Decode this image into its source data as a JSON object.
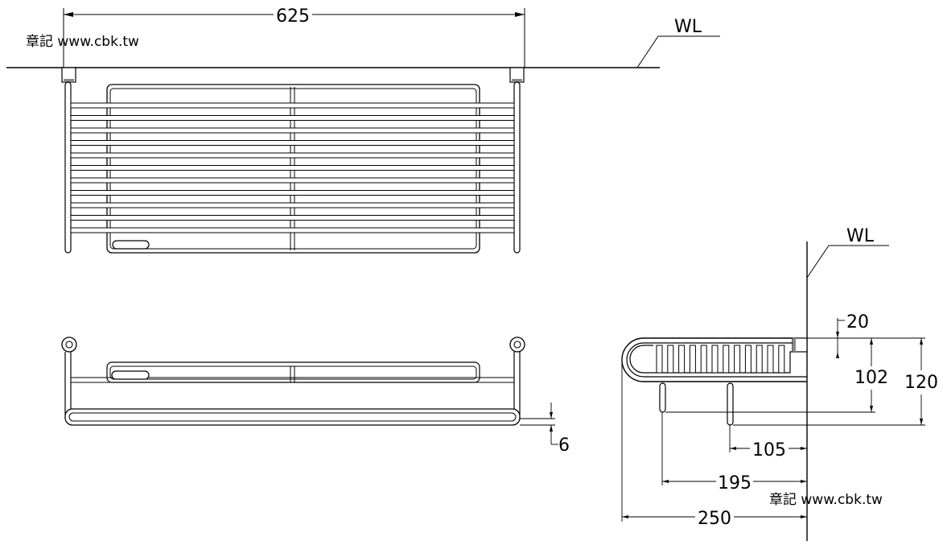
{
  "watermark_top": "章記 www.cbk.tw",
  "watermark_bottom": "章記 www.cbk.tw",
  "wall_label_top": "WL",
  "wall_label_side": "WL",
  "dimensions": {
    "total_width": "625",
    "wall_bracket": "20",
    "inner_height": "102",
    "total_height": "120",
    "tube_offset": "6",
    "front_leg_depth": "105",
    "rear_leg_depth": "195",
    "total_depth": "250"
  }
}
